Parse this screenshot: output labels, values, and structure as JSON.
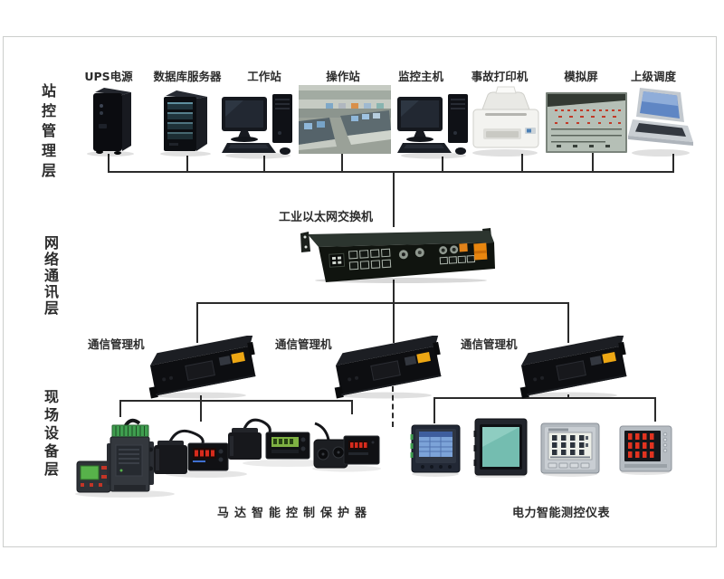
{
  "layers": [
    {
      "label": "站控管理层"
    },
    {
      "label": "网络通讯层"
    },
    {
      "label": "现场设备层"
    }
  ],
  "station_devices": [
    {
      "label": "UPS电源"
    },
    {
      "label": "数据库服务器"
    },
    {
      "label": "工作站"
    },
    {
      "label": "操作站"
    },
    {
      "label": "监控主机"
    },
    {
      "label": "事故打印机"
    },
    {
      "label": "模拟屏"
    },
    {
      "label": "上级调度"
    }
  ],
  "switch": {
    "label": "工业以太网交换机"
  },
  "comm_managers": [
    {
      "label": "通信管理机"
    },
    {
      "label": "通信管理机"
    },
    {
      "label": "通信管理机"
    }
  ],
  "field_groups": [
    {
      "label": "马达智能控制保护器"
    },
    {
      "label": "电力智能测控仪表"
    }
  ],
  "colors": {
    "line": "#2b2b2b",
    "frame": "#cccecc",
    "text": "#2c2c2c",
    "device_black": "#101114",
    "switch_top_green": "#2c352f",
    "accent_orange": "#e8860f",
    "lcd_green": "#57b24a",
    "terminal_green": "#3f9e4f",
    "led_red": "#d82b1c",
    "screen_blue": "#7ca3d8",
    "screen_teal": "#74bdb0"
  }
}
